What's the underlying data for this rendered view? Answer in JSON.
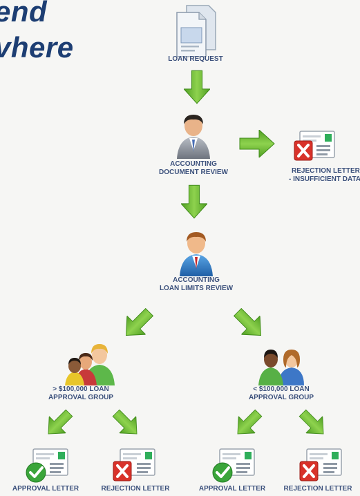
{
  "headline": {
    "line1": "end",
    "line2": "vhere"
  },
  "nodes": {
    "loan_request": "LOAN REQUEST",
    "doc_review_1": "ACCOUNTING",
    "doc_review_2": "DOCUMENT REVIEW",
    "rejection_insufficient_1": "REJECTION LETTER",
    "rejection_insufficient_2": "- INSUFFICIENT DATA",
    "limits_review_1": "ACCOUNTING",
    "limits_review_2": "LOAN LIMITS REVIEW",
    "group_over_1": "> $100,000 LOAN",
    "group_over_2": "APPROVAL GROUP",
    "group_under_1": "< $100,000 LOAN",
    "group_under_2": "APPROVAL GROUP",
    "approval_letter_left": "APPROVAL LETTER",
    "rejection_letter_left": "REJECTION LETTER",
    "approval_letter_right": "APPROVAL LETTER",
    "rejection_letter_right": "REJECTION LETTER"
  },
  "colors": {
    "arrow_green": "#6cc036",
    "headline": "#1d3e73",
    "label": "#3a4f7a"
  }
}
